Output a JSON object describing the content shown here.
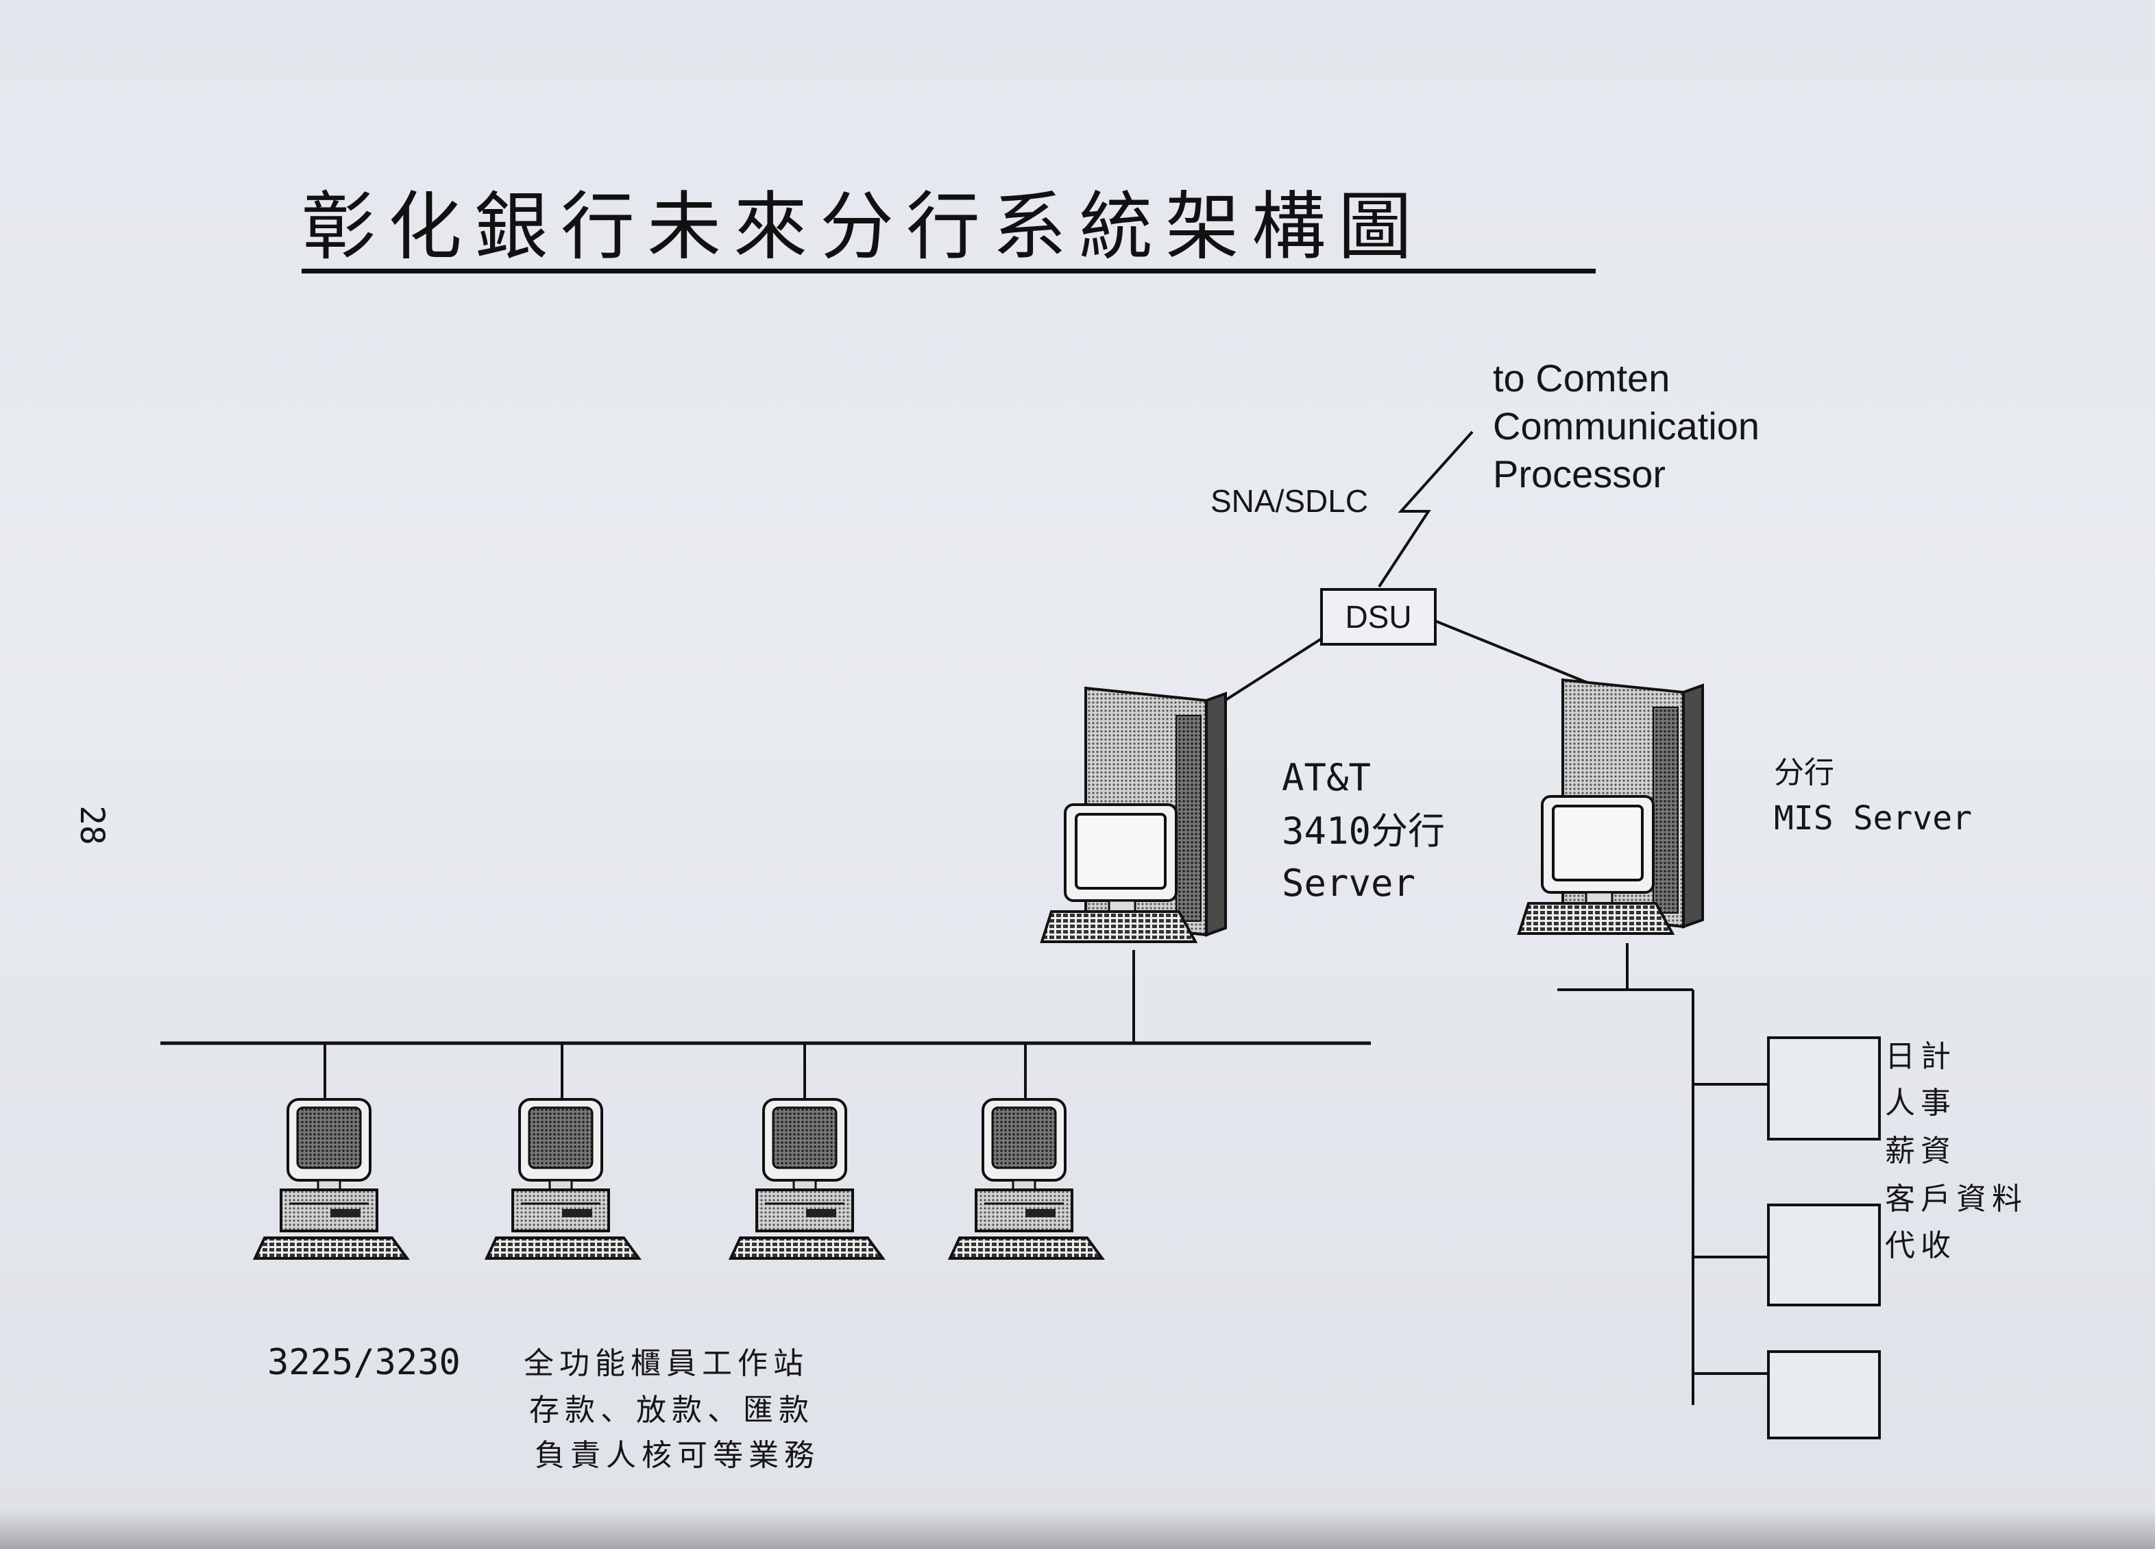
{
  "title": "彰化銀行未來分行系統架構圖",
  "page_number": "28",
  "wan": {
    "link_label": "SNA/SDLC",
    "destination_lines": [
      "to Comten",
      "Communication",
      "Processor"
    ],
    "dsu_label": "DSU"
  },
  "servers": {
    "branch_server_lines": [
      "AT&T",
      "3410分行",
      "Server"
    ],
    "mis_server_lines": [
      "分行",
      "MIS Server"
    ]
  },
  "workstations": {
    "model": "3225/3230",
    "description_lines": [
      "全功能櫃員工作站",
      "存款、放款、匯款",
      "負責人核可等業務"
    ]
  },
  "mis_functions": [
    "日計",
    "人事",
    "薪資",
    "客戶資料",
    "代收"
  ],
  "colors": {
    "paper": "#e6e9ee",
    "ink": "#111111"
  }
}
